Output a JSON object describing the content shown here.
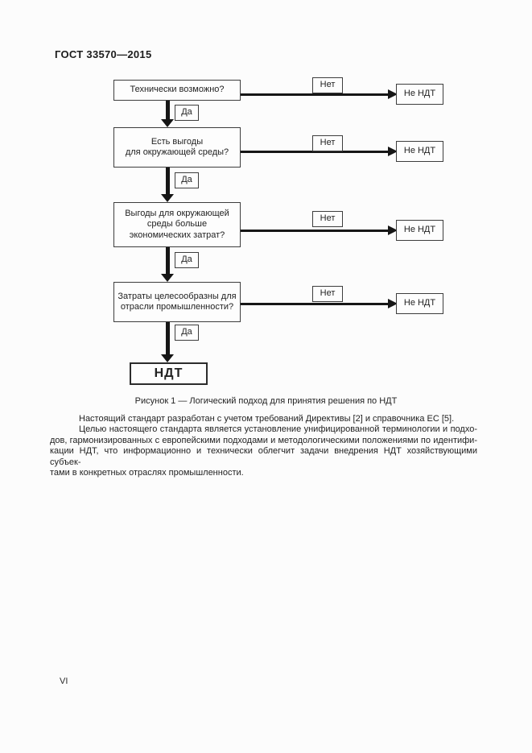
{
  "page": {
    "header": "ГОСТ 33570—2015",
    "page_number": "VI"
  },
  "figure": {
    "decisions": [
      "Технически возможно?",
      "Есть выгоды\nдля окружающей среды?",
      "Выгоды для окружающей\nсреды больше\nэкономических затрат?",
      "Затраты целесообразны для\nотрасли промышленности?"
    ],
    "yes_label": "Да",
    "no_label": "Нет",
    "reject_label": "Не НДТ",
    "result_label": "НДТ",
    "caption": "Рисунок 1 — Логический подход для принятия решения по НДТ"
  },
  "body": {
    "paragraph_1": "Настоящий стандарт разработан с учетом требований Директивы [2] и справочника ЕС [5].",
    "paragraph_2_lines": [
      "Целью настоящего стандарта является установление унифицированной терминологии и подхо-",
      "дов, гармонизированных с европейскими подходами и методологическими положениями по идентифи-",
      "кации НДТ, что информационно и технически облегчит задачи внедрения НДТ хозяйствующими субъек-",
      "тами в конкретных отраслях промышленности."
    ]
  },
  "colors": {
    "page_background": "#fcfcfc",
    "ink": "#1a1a1a"
  }
}
